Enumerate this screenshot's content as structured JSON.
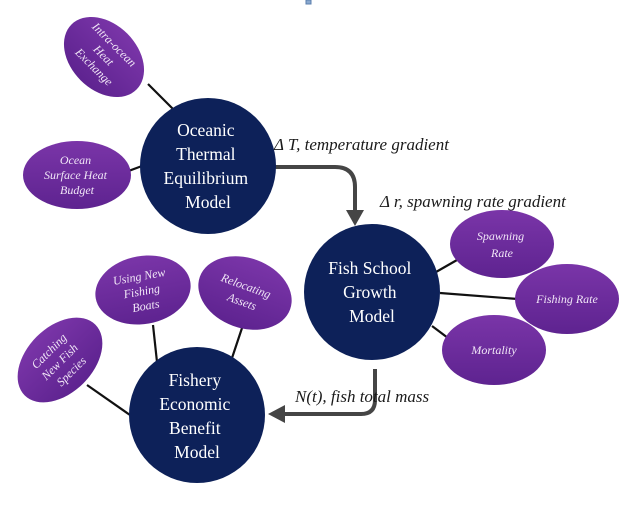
{
  "colors": {
    "main_node": "#0d2159",
    "sub_node_top": "#7a35a8",
    "sub_node_bottom": "#5e2390",
    "flow_arrow": "#454545",
    "link": "#111111"
  },
  "main_nodes": {
    "oceanic": {
      "lines": [
        "Oceanic",
        "Thermal",
        "Equilibrium",
        "Model"
      ]
    },
    "fish_school": {
      "lines": [
        "Fish School",
        "Growth",
        "Model"
      ]
    },
    "fishery": {
      "lines": [
        "Fishery",
        "Economic",
        "Benefit",
        "Model"
      ]
    }
  },
  "sub_nodes": {
    "intra_ocean": {
      "lines": [
        "Intra-ocean",
        "Heat",
        "Exchange"
      ]
    },
    "ocean_surface": {
      "lines": [
        "Ocean",
        "Surface Heat",
        "Budget"
      ]
    },
    "spawning_rate": {
      "lines": [
        "Spawning",
        "Rate"
      ]
    },
    "fishing_rate": {
      "lines": [
        "Fishing Rate"
      ]
    },
    "mortality": {
      "lines": [
        "Mortality"
      ]
    },
    "new_boats": {
      "lines": [
        "Using New",
        "Fishing",
        "Boats"
      ]
    },
    "relocating": {
      "lines": [
        "Relocating",
        "Assets"
      ]
    },
    "new_species": {
      "lines": [
        "Catching",
        "New Fish",
        "Species"
      ]
    }
  },
  "flow_labels": {
    "temperature": "Δ T, temperature gradient",
    "spawning": "Δ r, spawning rate gradient",
    "mass": "N(t), fish total mass"
  }
}
